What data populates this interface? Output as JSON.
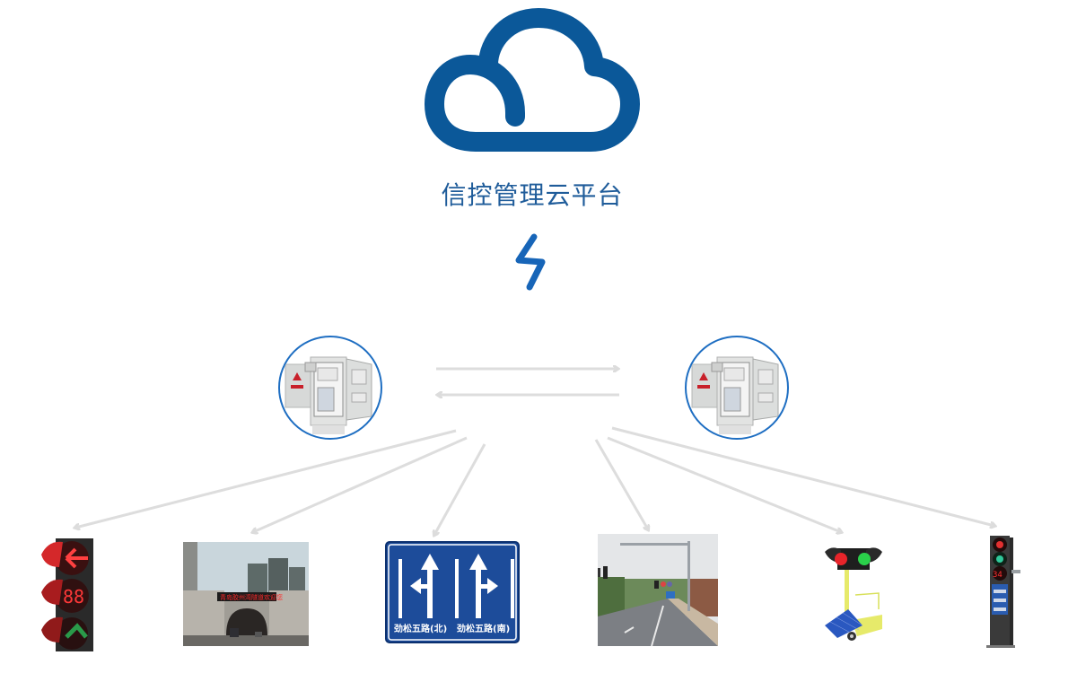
{
  "platform": {
    "title": "信控管理云平台",
    "icon": "cloud-icon",
    "link_icon": "lightning-bolt-icon",
    "color": "#0b5899"
  },
  "controllers": [
    {
      "name": "signal-controller-cabinet-left",
      "icon": "cabinet-icon",
      "border_color": "#1e6ec2"
    },
    {
      "name": "signal-controller-cabinet-right",
      "icon": "cabinet-icon",
      "border_color": "#1e6ec2"
    }
  ],
  "links": {
    "between_controllers": [
      "left-to-right",
      "right-to-left"
    ],
    "color": "#dddddd"
  },
  "devices": [
    {
      "name": "arrow-signal-light-with-countdown",
      "countdown": "88"
    },
    {
      "name": "tunnel-lane-signal",
      "led_text": "青岛胶州湾隧道欢迎您"
    },
    {
      "name": "lane-guide-sign",
      "labels": [
        "劲松五路(北)",
        "劲松五路(南)"
      ]
    },
    {
      "name": "intersection-signal-pole"
    },
    {
      "name": "mobile-solar-signal-light"
    },
    {
      "name": "pedestrian-signal-column",
      "countdown": "34"
    }
  ]
}
